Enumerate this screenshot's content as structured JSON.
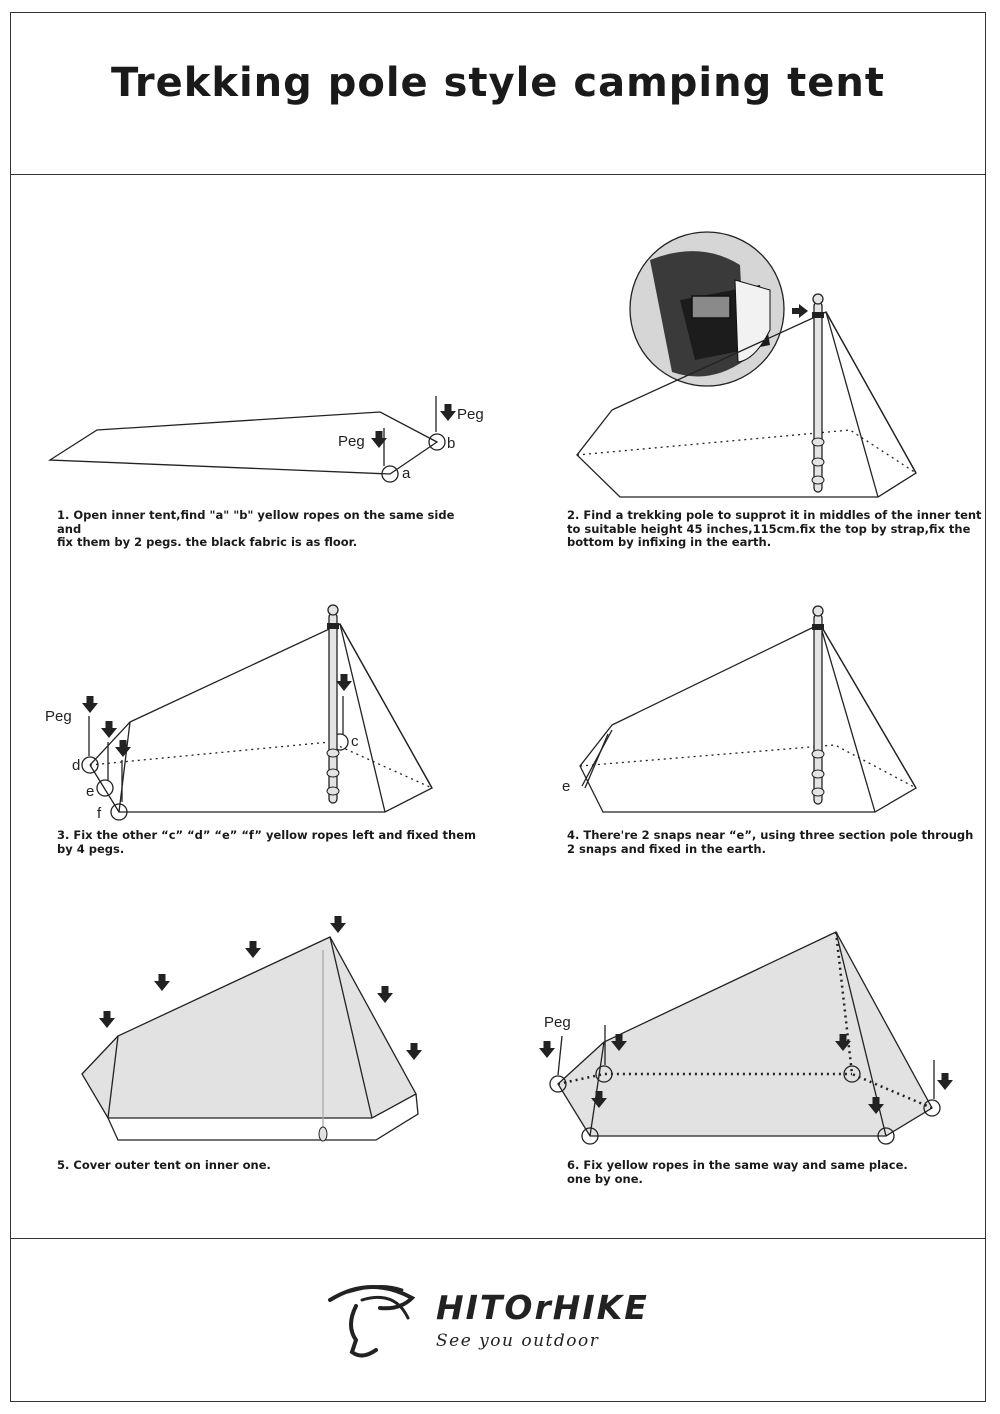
{
  "title": "Trekking pole style camping tent",
  "steps": [
    "1. Open inner tent,find \"a\" \"b\" yellow ropes on the same side and\n    fix them by 2 pegs. the black fabric is as floor.",
    "2. Find a trekking pole to supprot it in middles of the inner tent\n    to suitable height 45 inches,115cm.fix the top by strap,fix the\n    bottom by infixing in the earth.",
    "3. Fix the other “c” “d” “e” “f” yellow ropes left and fixed them\n    by 4 pegs.",
    "4. There're 2 snaps near “e”, using three section pole through\n    2 snaps and fixed in the earth.",
    "5. Cover outer tent on inner one.",
    "6. Fix yellow ropes in the same way and same place.\n    one by one."
  ],
  "labels": {
    "peg": "Peg",
    "a": "a",
    "b": "b",
    "c": "c",
    "d": "d",
    "e": "e",
    "f": "f"
  },
  "brand": {
    "name": "HITOrHIKE",
    "tagline": "See you outdoor"
  },
  "colors": {
    "line": "#222222",
    "outer_tent_fill": "#e2e2e2",
    "photo_background": "#d6d6d6"
  },
  "icons": [
    "down-arrow-icon",
    "right-arrow-icon",
    "hiker-logo-icon"
  ]
}
